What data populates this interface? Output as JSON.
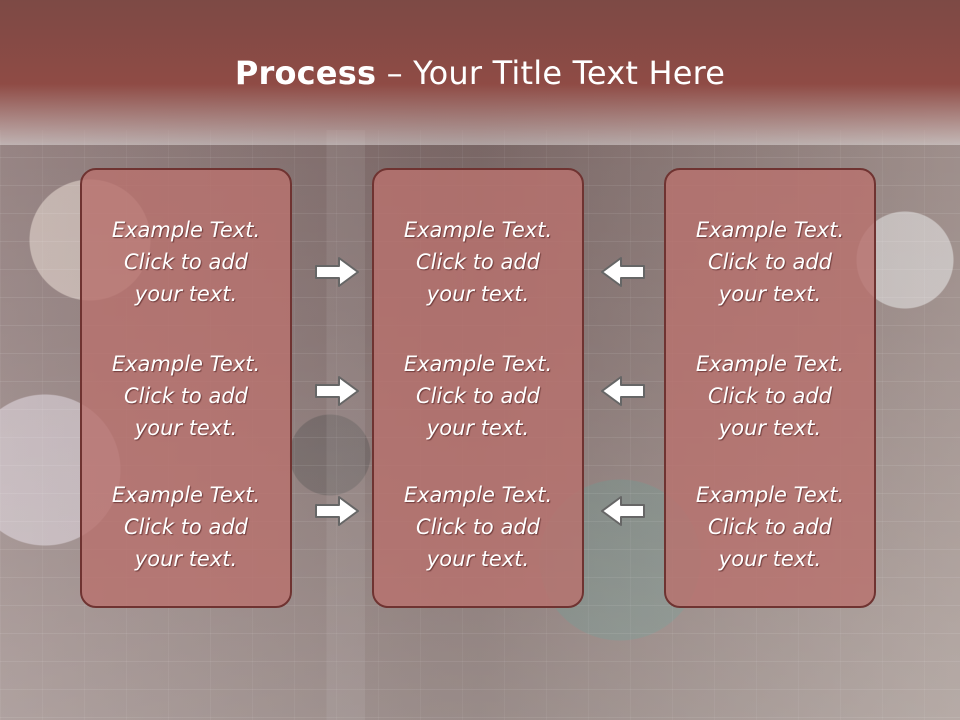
{
  "slide": {
    "title_strong": "Process",
    "title_rest": " – Your Title Text Here",
    "panels": [
      {
        "blocks": [
          "Example Text.\nClick  to add\nyour text.",
          "Example Text.\nClick  to add\nyour text.",
          "Example Text.\nClick  to add\nyour text."
        ]
      },
      {
        "blocks": [
          "Example Text.\nClick  to add\nyour text.",
          "Example Text.\nClick  to add\nyour text.",
          "Example Text.\nClick  to add\nyour text."
        ]
      },
      {
        "blocks": [
          "Example Text.\nClick  to add\nyour text.",
          "Example Text.\nClick  to add\nyour text.",
          "Example Text.\nClick  to add\nyour text."
        ]
      }
    ],
    "arrows": [
      {
        "direction": "right",
        "icon": "arrow-right-icon"
      },
      {
        "direction": "right",
        "icon": "arrow-right-icon"
      },
      {
        "direction": "right",
        "icon": "arrow-right-icon"
      },
      {
        "direction": "left",
        "icon": "arrow-left-icon"
      },
      {
        "direction": "left",
        "icon": "arrow-left-icon"
      },
      {
        "direction": "left",
        "icon": "arrow-left-icon"
      }
    ],
    "colors": {
      "title_bar": "#8f4b45",
      "panel_fill": "#b8716e",
      "panel_border": "#6f3331",
      "arrow_fill": "#ffffff",
      "arrow_stroke": "#666666"
    }
  }
}
